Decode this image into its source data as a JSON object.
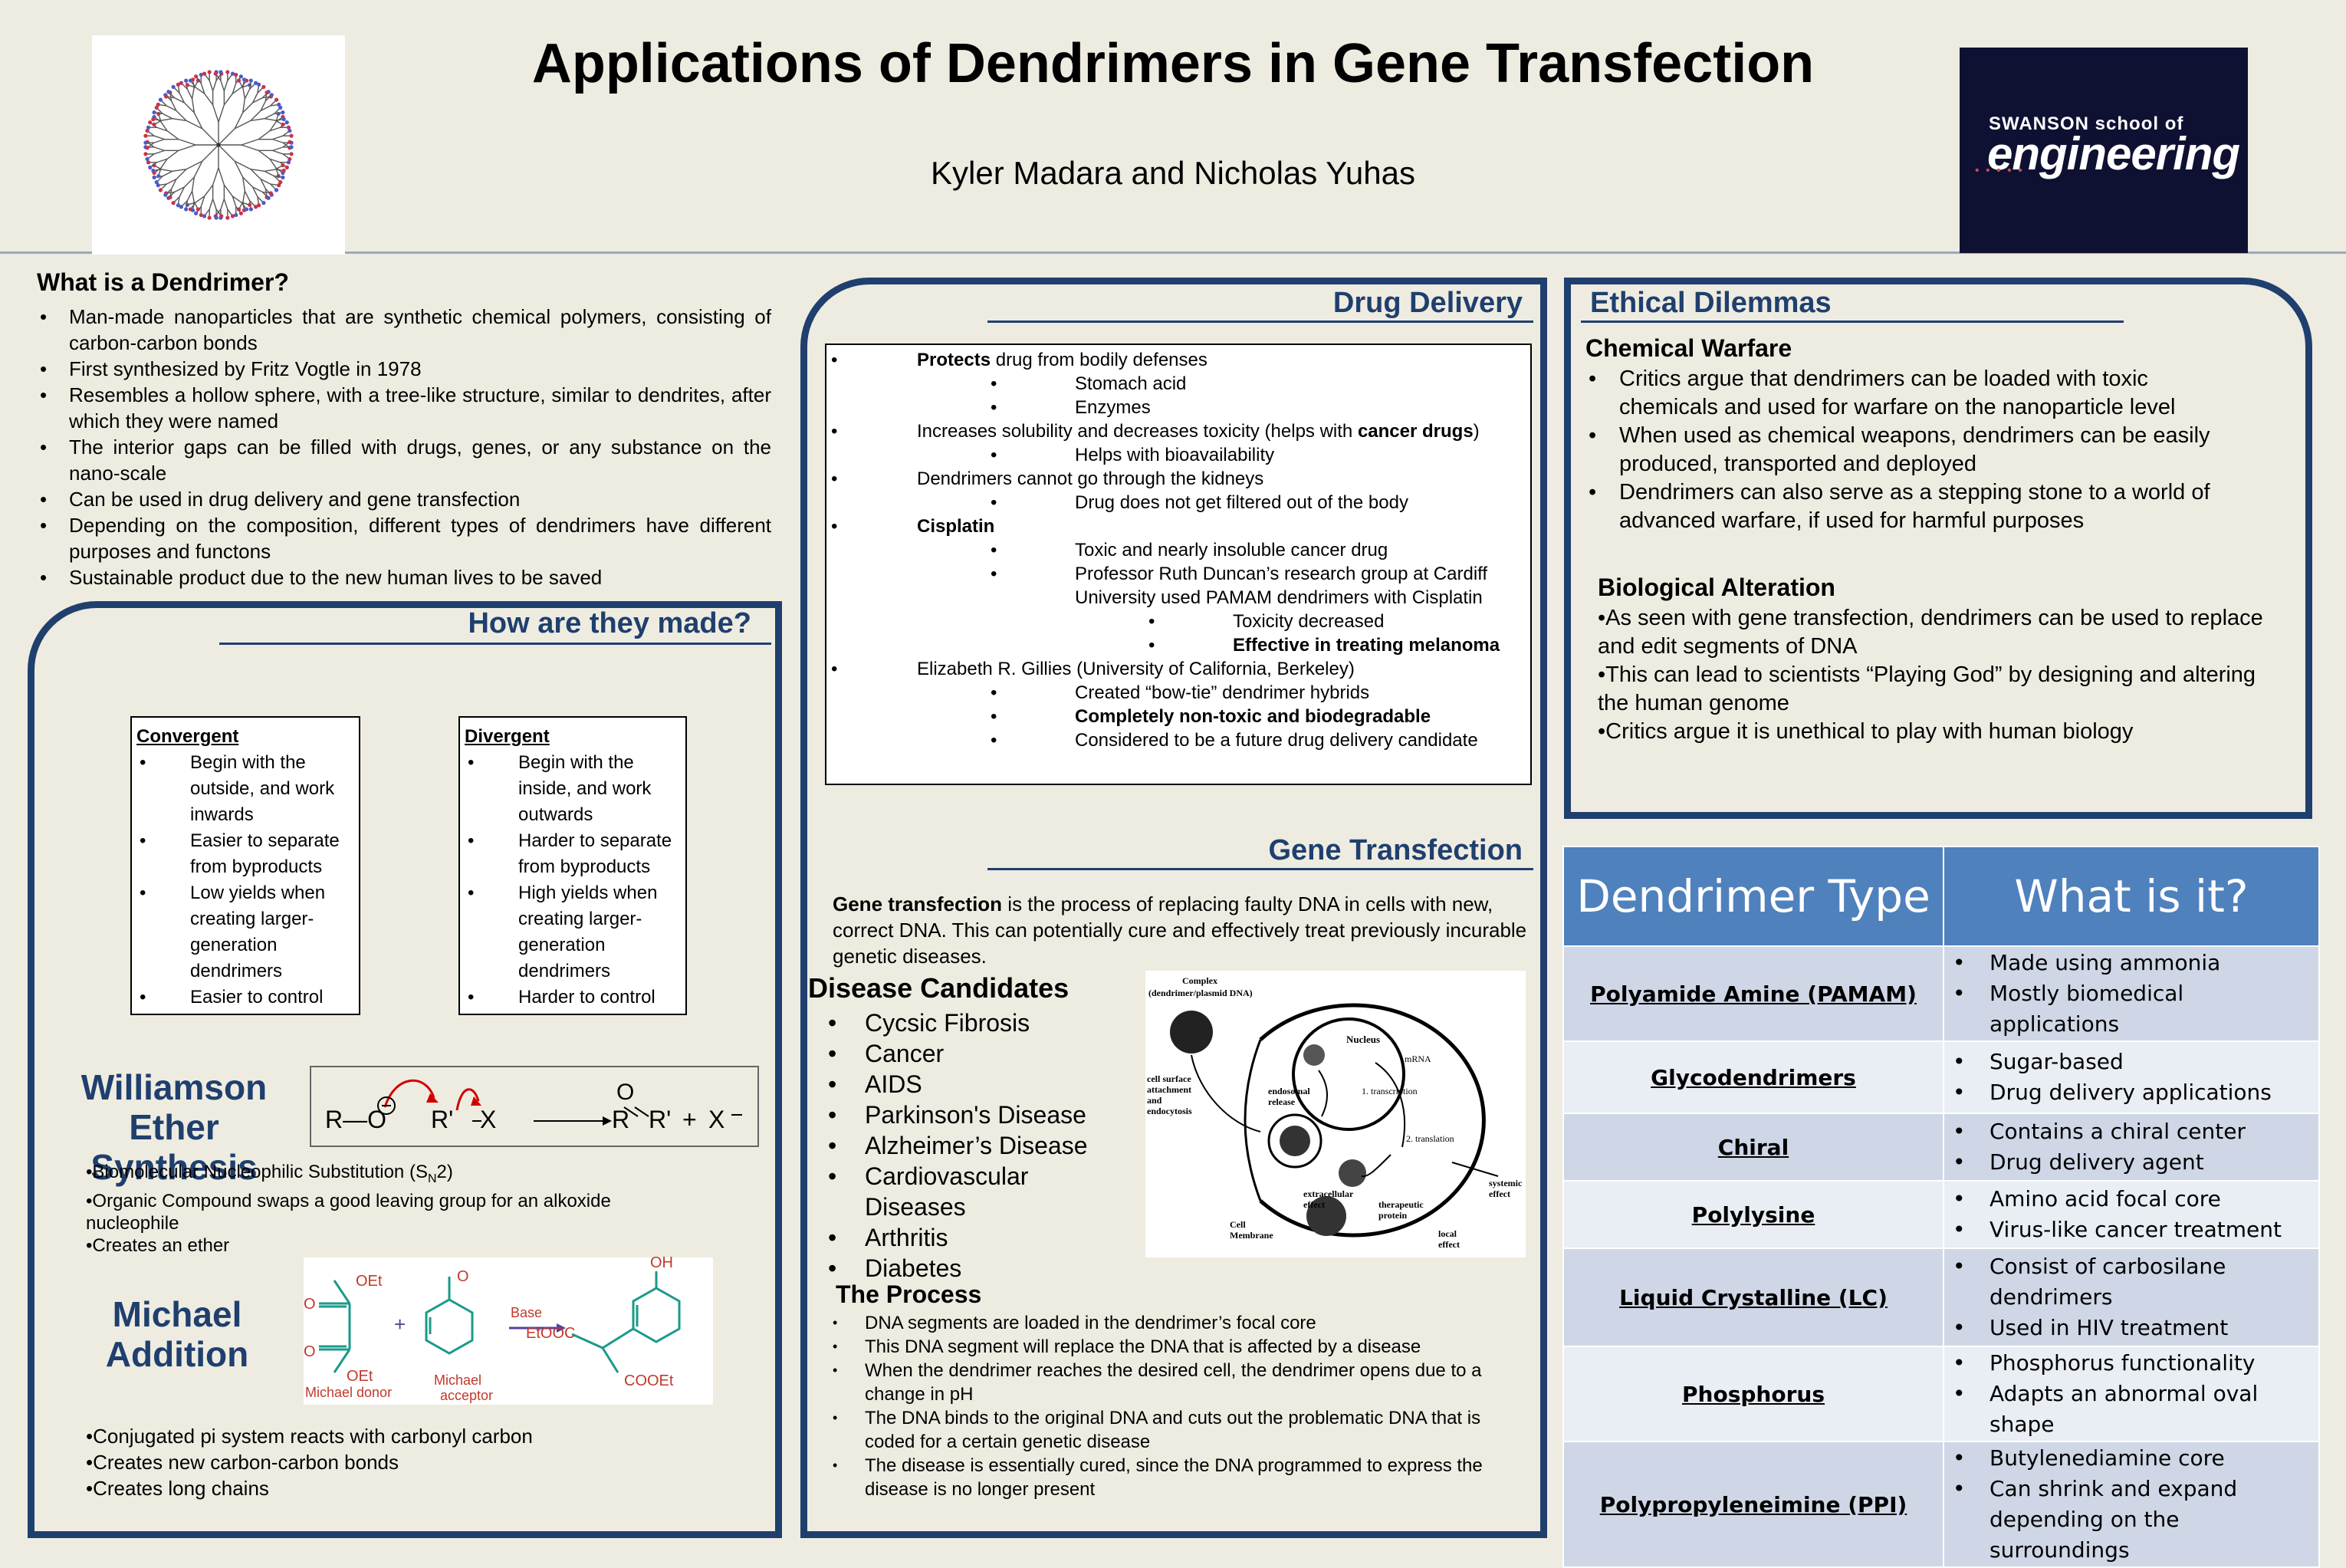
{
  "header": {
    "title": "Applications of Dendrimers in Gene Transfection",
    "authors": "Kyler Madara and Nicholas Yuhas",
    "logo_line1": "SWANSON school of",
    "logo_line2": "engineering"
  },
  "what_is": {
    "heading": "What is a Dendrimer?",
    "items": [
      "Man-made nanoparticles that are synthetic chemical polymers, consisting of carbon-carbon bonds",
      "First synthesized by Fritz Vogtle in 1978",
      "Resembles a hollow sphere, with a tree-like structure, similar to dendrites, after which they were named",
      "The interior gaps can be filled with drugs, genes, or any substance on the nano-scale",
      "Can be used in drug delivery and gene transfection",
      "Depending on the composition, different types of dendrimers have different purposes and functons",
      "Sustainable product due to the new human lives to be saved"
    ]
  },
  "made": {
    "heading": "How are they made?",
    "convergent": {
      "title": "Convergent",
      "items": [
        "Begin with the outside, and work inwards",
        "Easier to separate from byproducts",
        "Low yields when creating larger-generation dendrimers",
        "Easier to control"
      ]
    },
    "divergent": {
      "title": "Divergent",
      "items": [
        "Begin with the inside, and work outwards",
        "Harder to separate from byproducts",
        "High yields when creating larger-generation dendrimers",
        "Harder to control"
      ]
    },
    "williamson": {
      "title1": "Williamson Ether",
      "title2": "Synthesis",
      "eq_left1": "R—O",
      "eq_left2": "R'",
      "eq_left3": "X",
      "eq_o": "O",
      "eq_r": "R",
      "eq_r2": "R'",
      "eq_plus": "+",
      "eq_x": "X",
      "notes": [
        "•Biomolecular Nucleophilic Substitution (S",
        "N",
        "2)",
        "•Organic Compound swaps a good leaving group for an alkoxide nucleophile",
        "•Creates an ether"
      ]
    },
    "michael": {
      "title1": "Michael",
      "title2": "Addition",
      "oet1": "OEt",
      "oet2": "OEt",
      "o1": "O",
      "o2": "O",
      "oh": "OH",
      "base": "Base",
      "etooc": "EtOOC",
      "cooet": "COOEt",
      "donor": "Michael donor",
      "acceptor1": "Michael",
      "acceptor2": "acceptor",
      "notes": [
        "•Conjugated pi system reacts with carbonyl carbon",
        "•Creates new carbon-carbon bonds",
        "•Creates long chains"
      ]
    }
  },
  "drug": {
    "heading": "Drug Delivery",
    "lines": [
      {
        "level": 0,
        "parts": [
          {
            "b": true,
            "t": "Protects"
          },
          {
            "b": false,
            "t": " drug from bodily defenses"
          }
        ]
      },
      {
        "level": 1,
        "parts": [
          {
            "b": false,
            "t": "Stomach acid"
          }
        ]
      },
      {
        "level": 1,
        "parts": [
          {
            "b": false,
            "t": "Enzymes"
          }
        ]
      },
      {
        "level": 0,
        "parts": [
          {
            "b": false,
            "t": "Increases solubility and decreases toxicity (helps with "
          },
          {
            "b": true,
            "t": "cancer drugs"
          },
          {
            "b": false,
            "t": ")"
          }
        ]
      },
      {
        "level": 1,
        "parts": [
          {
            "b": false,
            "t": "Helps with bioavailability"
          }
        ]
      },
      {
        "level": 0,
        "parts": [
          {
            "b": false,
            "t": "Dendrimers cannot go through the kidneys"
          }
        ]
      },
      {
        "level": 1,
        "parts": [
          {
            "b": false,
            "t": "Drug does not get filtered out of the body"
          }
        ]
      },
      {
        "level": 0,
        "parts": [
          {
            "b": true,
            "t": "Cisplatin"
          }
        ]
      },
      {
        "level": 1,
        "parts": [
          {
            "b": false,
            "t": "Toxic and nearly insoluble cancer drug"
          }
        ]
      },
      {
        "level": 1,
        "parts": [
          {
            "b": false,
            "t": "Professor Ruth Duncan’s research group at Cardiff"
          }
        ]
      },
      {
        "level": -1,
        "parts": [
          {
            "b": false,
            "t": "University used PAMAM dendrimers with Cisplatin"
          }
        ]
      },
      {
        "level": 2,
        "parts": [
          {
            "b": false,
            "t": "Toxicity decreased"
          }
        ]
      },
      {
        "level": 2,
        "parts": [
          {
            "b": true,
            "t": "Effective in treating melanoma"
          }
        ]
      },
      {
        "level": 0,
        "parts": [
          {
            "b": false,
            "t": "Elizabeth R. Gillies (University of California, Berkeley)"
          }
        ]
      },
      {
        "level": 1,
        "parts": [
          {
            "b": false,
            "t": "Created “bow-tie” dendrimer hybrids"
          }
        ]
      },
      {
        "level": 1,
        "parts": [
          {
            "b": true,
            "t": "Completely non-toxic and biodegradable"
          }
        ]
      },
      {
        "level": 1,
        "parts": [
          {
            "b": false,
            "t": "Considered to be a future drug delivery candidate"
          }
        ]
      }
    ]
  },
  "gene": {
    "heading": "Gene Transfection",
    "intro_bold": "Gene transfection",
    "intro_rest": " is the process of replacing faulty DNA in cells with new, correct DNA. This can potentially cure and effectively treat previously incurable genetic diseases.",
    "candidates_heading": "Disease Candidates",
    "candidates": [
      "Cycsic Fibrosis",
      "Cancer",
      "AIDS",
      "Parkinson's Disease",
      "Alzheimer’s Disease",
      "Cardiovascular Diseases",
      "Arthritis",
      "Diabetes"
    ],
    "process_heading": "The Process",
    "process": [
      "DNA segments are loaded in the dendrimer’s focal core",
      "This DNA segment will replace the DNA that is affected by a disease",
      "When the dendrimer reaches the desired cell, the dendrimer opens due to a change in pH",
      "The DNA binds to the original DNA and cuts out the problematic DNA that is coded for a certain genetic disease",
      "The disease is essentially cured, since the DNA programmed to express the disease is no longer present"
    ],
    "diagram_labels": {
      "complex": "Complex",
      "complex2": "(dendrimer/plasmid DNA)",
      "surface": "cell surface attachment and endocytosis",
      "endosomal": "endosomal release",
      "nucleus": "Nucleus",
      "mrna": "mRNA",
      "transcription": "1. transcription",
      "translation": "2. translation",
      "systemic": "systemic effect",
      "extracellular": "extracellular effect",
      "therapeutic": "therapeutic protein",
      "local": "local effect",
      "membrane": "Cell Membrane"
    }
  },
  "ethics": {
    "heading": "Ethical Dilemmas",
    "warfare_heading": "Chemical Warfare",
    "warfare": [
      "Critics argue that dendrimers can be loaded with toxic chemicals and used for warfare on the nanoparticle level",
      "When used as chemical weapons, dendrimers can be easily produced, transported and deployed",
      "Dendrimers can also serve as a stepping stone to a world of advanced warfare, if used for harmful purposes"
    ],
    "bio_heading": "Biological Alteration",
    "bio": [
      "•As seen with gene transfection, dendrimers can be used to replace and edit segments of DNA",
      "•This can lead to scientists “Playing God” by designing and altering the human genome",
      "•Critics argue it is unethical to play with human biology"
    ]
  },
  "table": {
    "col1": "Dendrimer Type",
    "col2": "What is it?",
    "rows": [
      {
        "name": "Polyamide Amine (PAMAM)",
        "items": [
          "Made using ammonia",
          "Mostly biomedical applications"
        ],
        "h": 110
      },
      {
        "name": "Glycodendrimers",
        "items": [
          "Sugar-based",
          "Drug delivery applications"
        ],
        "h": 94
      },
      {
        "name": "Chiral",
        "items": [
          "Contains a chiral center",
          "Drug delivery agent"
        ],
        "h": 88
      },
      {
        "name": "Polylysine",
        "items": [
          "Amino acid focal core",
          "Virus-like cancer treatment"
        ],
        "h": 88
      },
      {
        "name": "Liquid Crystalline (LC)",
        "items": [
          "Consist of carbosilane dendrimers",
          "Used in HIV treatment"
        ],
        "h": 128
      },
      {
        "name": "Phosphorus",
        "items": [
          "Phosphorus functionality",
          "Adapts an abnormal oval shape"
        ],
        "h": 110
      },
      {
        "name": "Polypropyleneimine (PPI)",
        "items": [
          "Butylenediamine core",
          "Can shrink and expand depending on the surroundings"
        ],
        "h": 128
      }
    ],
    "colors": {
      "header": "#4f81bd",
      "row_dark": "#cfd7e7",
      "row_light": "#e9edf4"
    }
  }
}
